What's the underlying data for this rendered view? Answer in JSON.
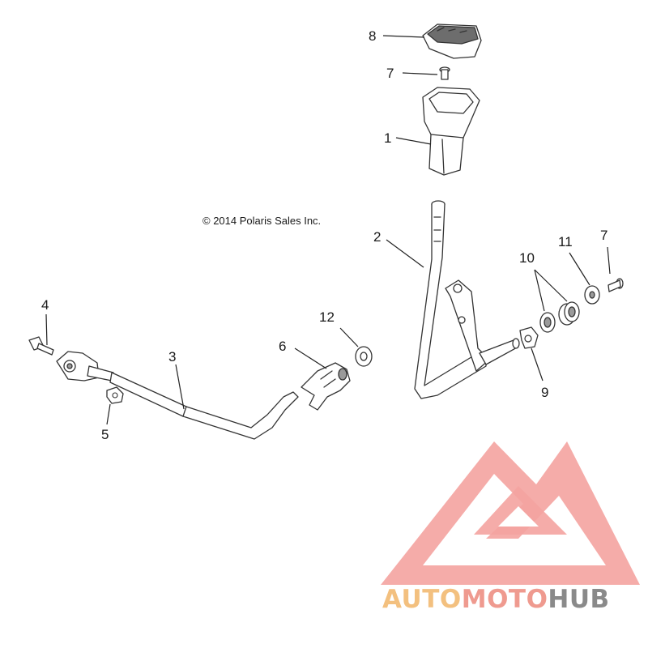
{
  "copyright": "© 2014 Polaris Sales Inc.",
  "callouts": {
    "c1": "1",
    "c2": "2",
    "c3": "3",
    "c4": "4",
    "c5": "5",
    "c6": "6",
    "c7a": "7",
    "c7b": "7",
    "c8": "8",
    "c9": "9",
    "c10": "10",
    "c11": "11",
    "c12": "12"
  },
  "watermark": {
    "part1": "AUTO",
    "part2": "MOTO",
    "part3": "HUB",
    "colors": {
      "logo": "#f4a3a0",
      "auto": "#f3c07f",
      "moto": "#ef9a8f",
      "hub": "#8a8a8a"
    }
  }
}
